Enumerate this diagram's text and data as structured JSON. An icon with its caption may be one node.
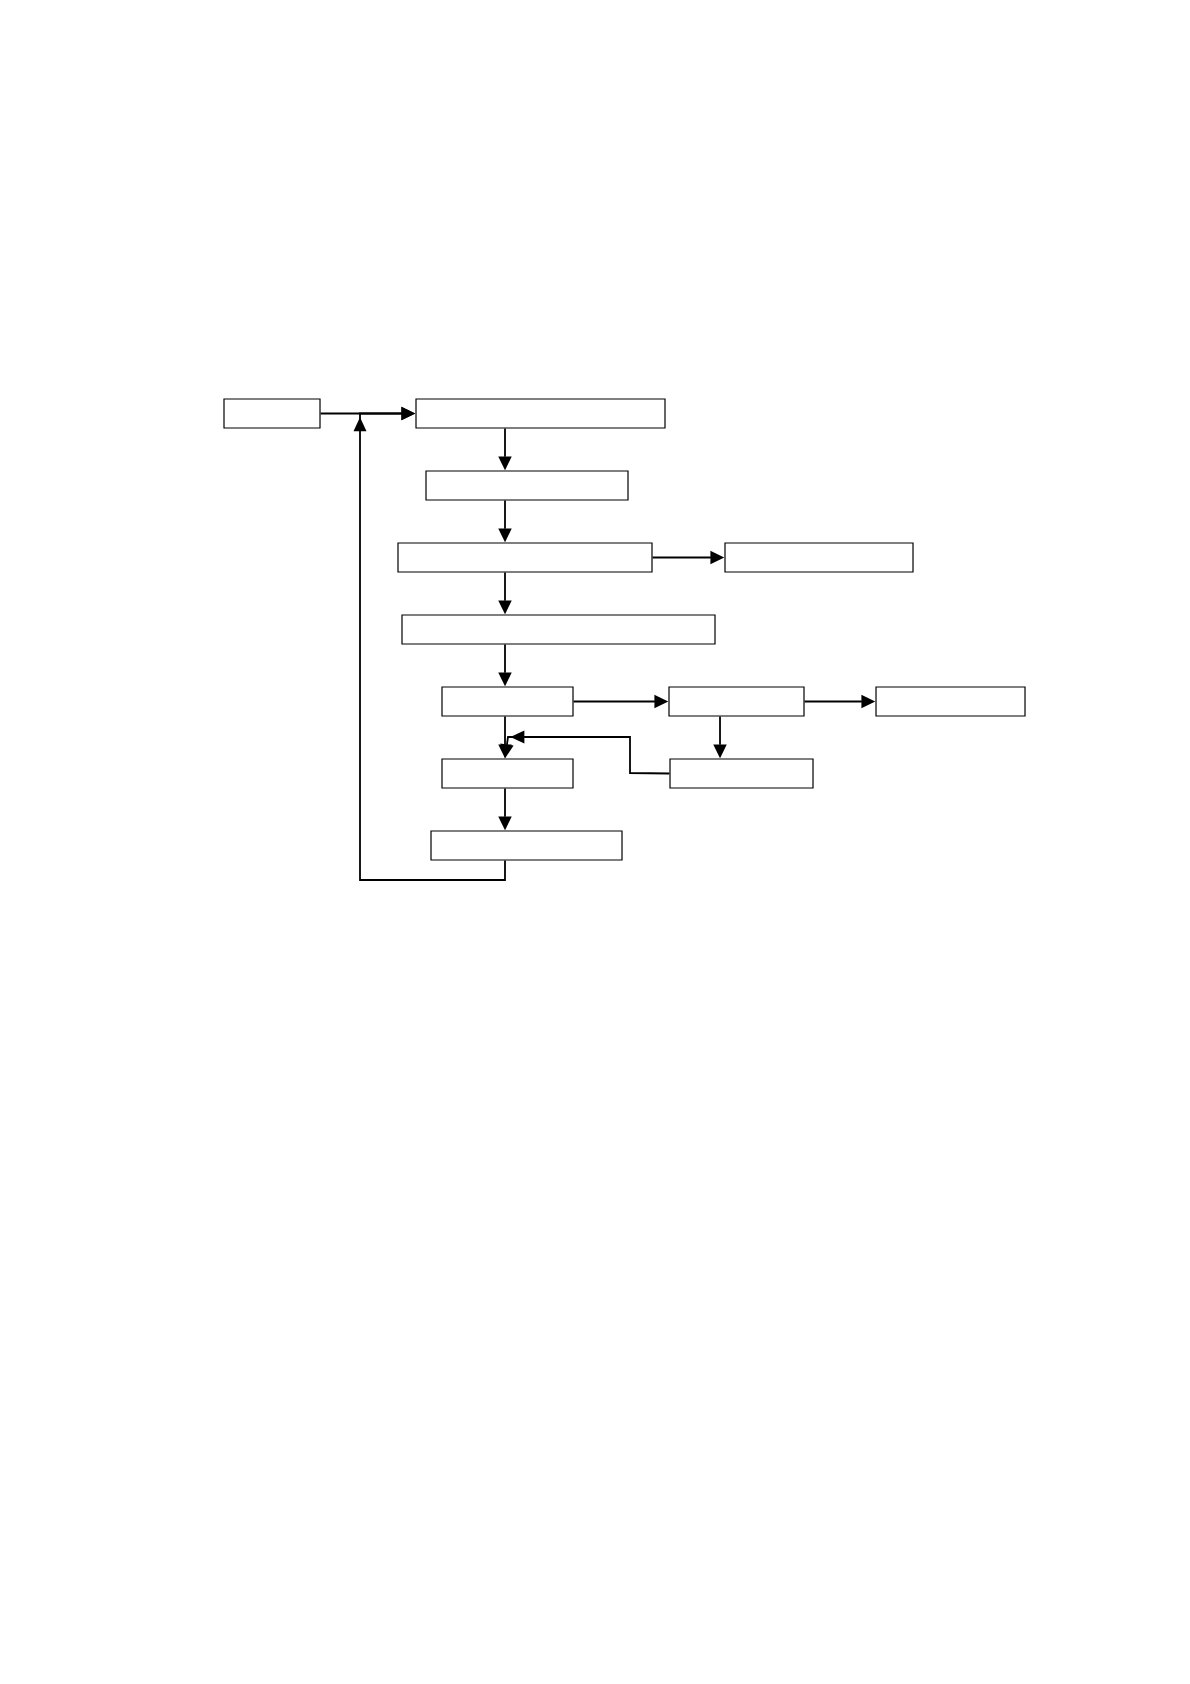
{
  "diagram": {
    "nodes": [
      {
        "text": [],
        "shape": "box"
      },
      {
        "text": [],
        "shape": "box"
      },
      {
        "text": [],
        "shape": "box"
      },
      {
        "text": [],
        "shape": "box"
      },
      {
        "text": [],
        "shape": "box"
      },
      {
        "text": [],
        "shape": "box"
      },
      {
        "text": [],
        "shape": "box"
      },
      {
        "text": [],
        "shape": "box"
      },
      {
        "text": [],
        "shape": "box"
      },
      {
        "text": [],
        "shape": "box"
      },
      {
        "text": [],
        "shape": "box"
      },
      {
        "text": [],
        "shape": "box"
      }
    ],
    "edges": [
      {
        "from": 0,
        "to": 1,
        "arrow": "to"
      },
      {
        "from": 1,
        "to": 2,
        "arrow": "to"
      },
      {
        "from": 2,
        "to": 3,
        "arrow": "to"
      },
      {
        "from": 3,
        "to": 4,
        "arrow": "to"
      },
      {
        "from": 3,
        "to": 5,
        "arrow": "to"
      },
      {
        "from": 5,
        "to": 6,
        "arrow": "to"
      },
      {
        "from": 6,
        "to": 7,
        "arrow": "to"
      },
      {
        "from": 7,
        "to": 8,
        "arrow": "to"
      },
      {
        "from": 6,
        "to": 9,
        "arrow": "to"
      },
      {
        "from": 7,
        "to": 10,
        "arrow": "to"
      },
      {
        "from": 10,
        "to": 9,
        "arrow": "to"
      },
      {
        "from": 9,
        "to": 11,
        "arrow": "to"
      },
      {
        "from": 11,
        "to": 1,
        "arrow": "to"
      }
    ]
  }
}
